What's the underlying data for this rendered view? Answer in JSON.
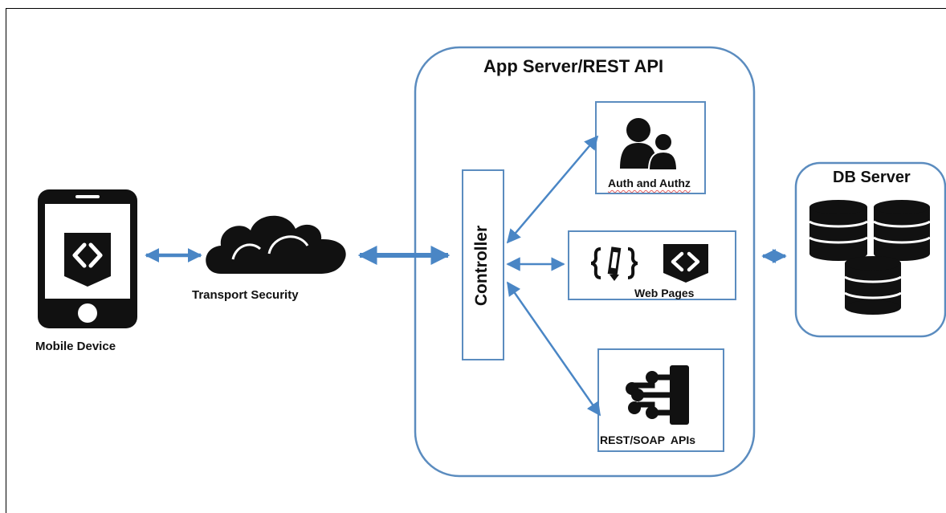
{
  "diagram": {
    "app_server_title": "App Server/REST API",
    "db_server_title": "DB Server",
    "mobile_label": "Mobile Device",
    "transport_label": "Transport Security",
    "controller_label": "Controller",
    "auth_label": "Auth and Authz",
    "web_label": "Web Pages",
    "rest_label": "REST/SOAP  APIs"
  },
  "icons": {
    "mobile": "smartphone-icon",
    "code": "code-icon",
    "cloud": "cloud-icon",
    "users": "users-icon",
    "curly_code": "curly-braces-icon",
    "api": "api-icon",
    "database": "database-icon"
  },
  "colors": {
    "border": "#5b8cbf",
    "arrow": "#4a86c5",
    "icon": "#111111"
  }
}
